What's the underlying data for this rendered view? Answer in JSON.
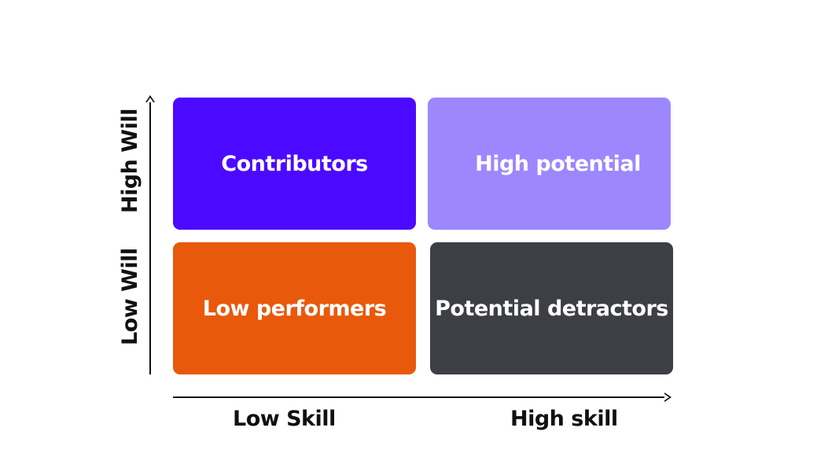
{
  "diagram": {
    "type": "2x2 matrix",
    "y_axis": {
      "high_label": "High Will",
      "low_label": "Low Will"
    },
    "x_axis": {
      "low_label": "Low Skill",
      "high_label": "High skill"
    },
    "quadrants": [
      {
        "position": "top-left",
        "label": "Contributors",
        "color": "#4B0AFF"
      },
      {
        "position": "top-right",
        "label": "High potential",
        "color": "#9C87FF"
      },
      {
        "position": "bottom-left",
        "label": "Low performers",
        "color": "#E8590C"
      },
      {
        "position": "bottom-right",
        "label": "Potential detractors",
        "color": "#3D3F44"
      }
    ]
  }
}
